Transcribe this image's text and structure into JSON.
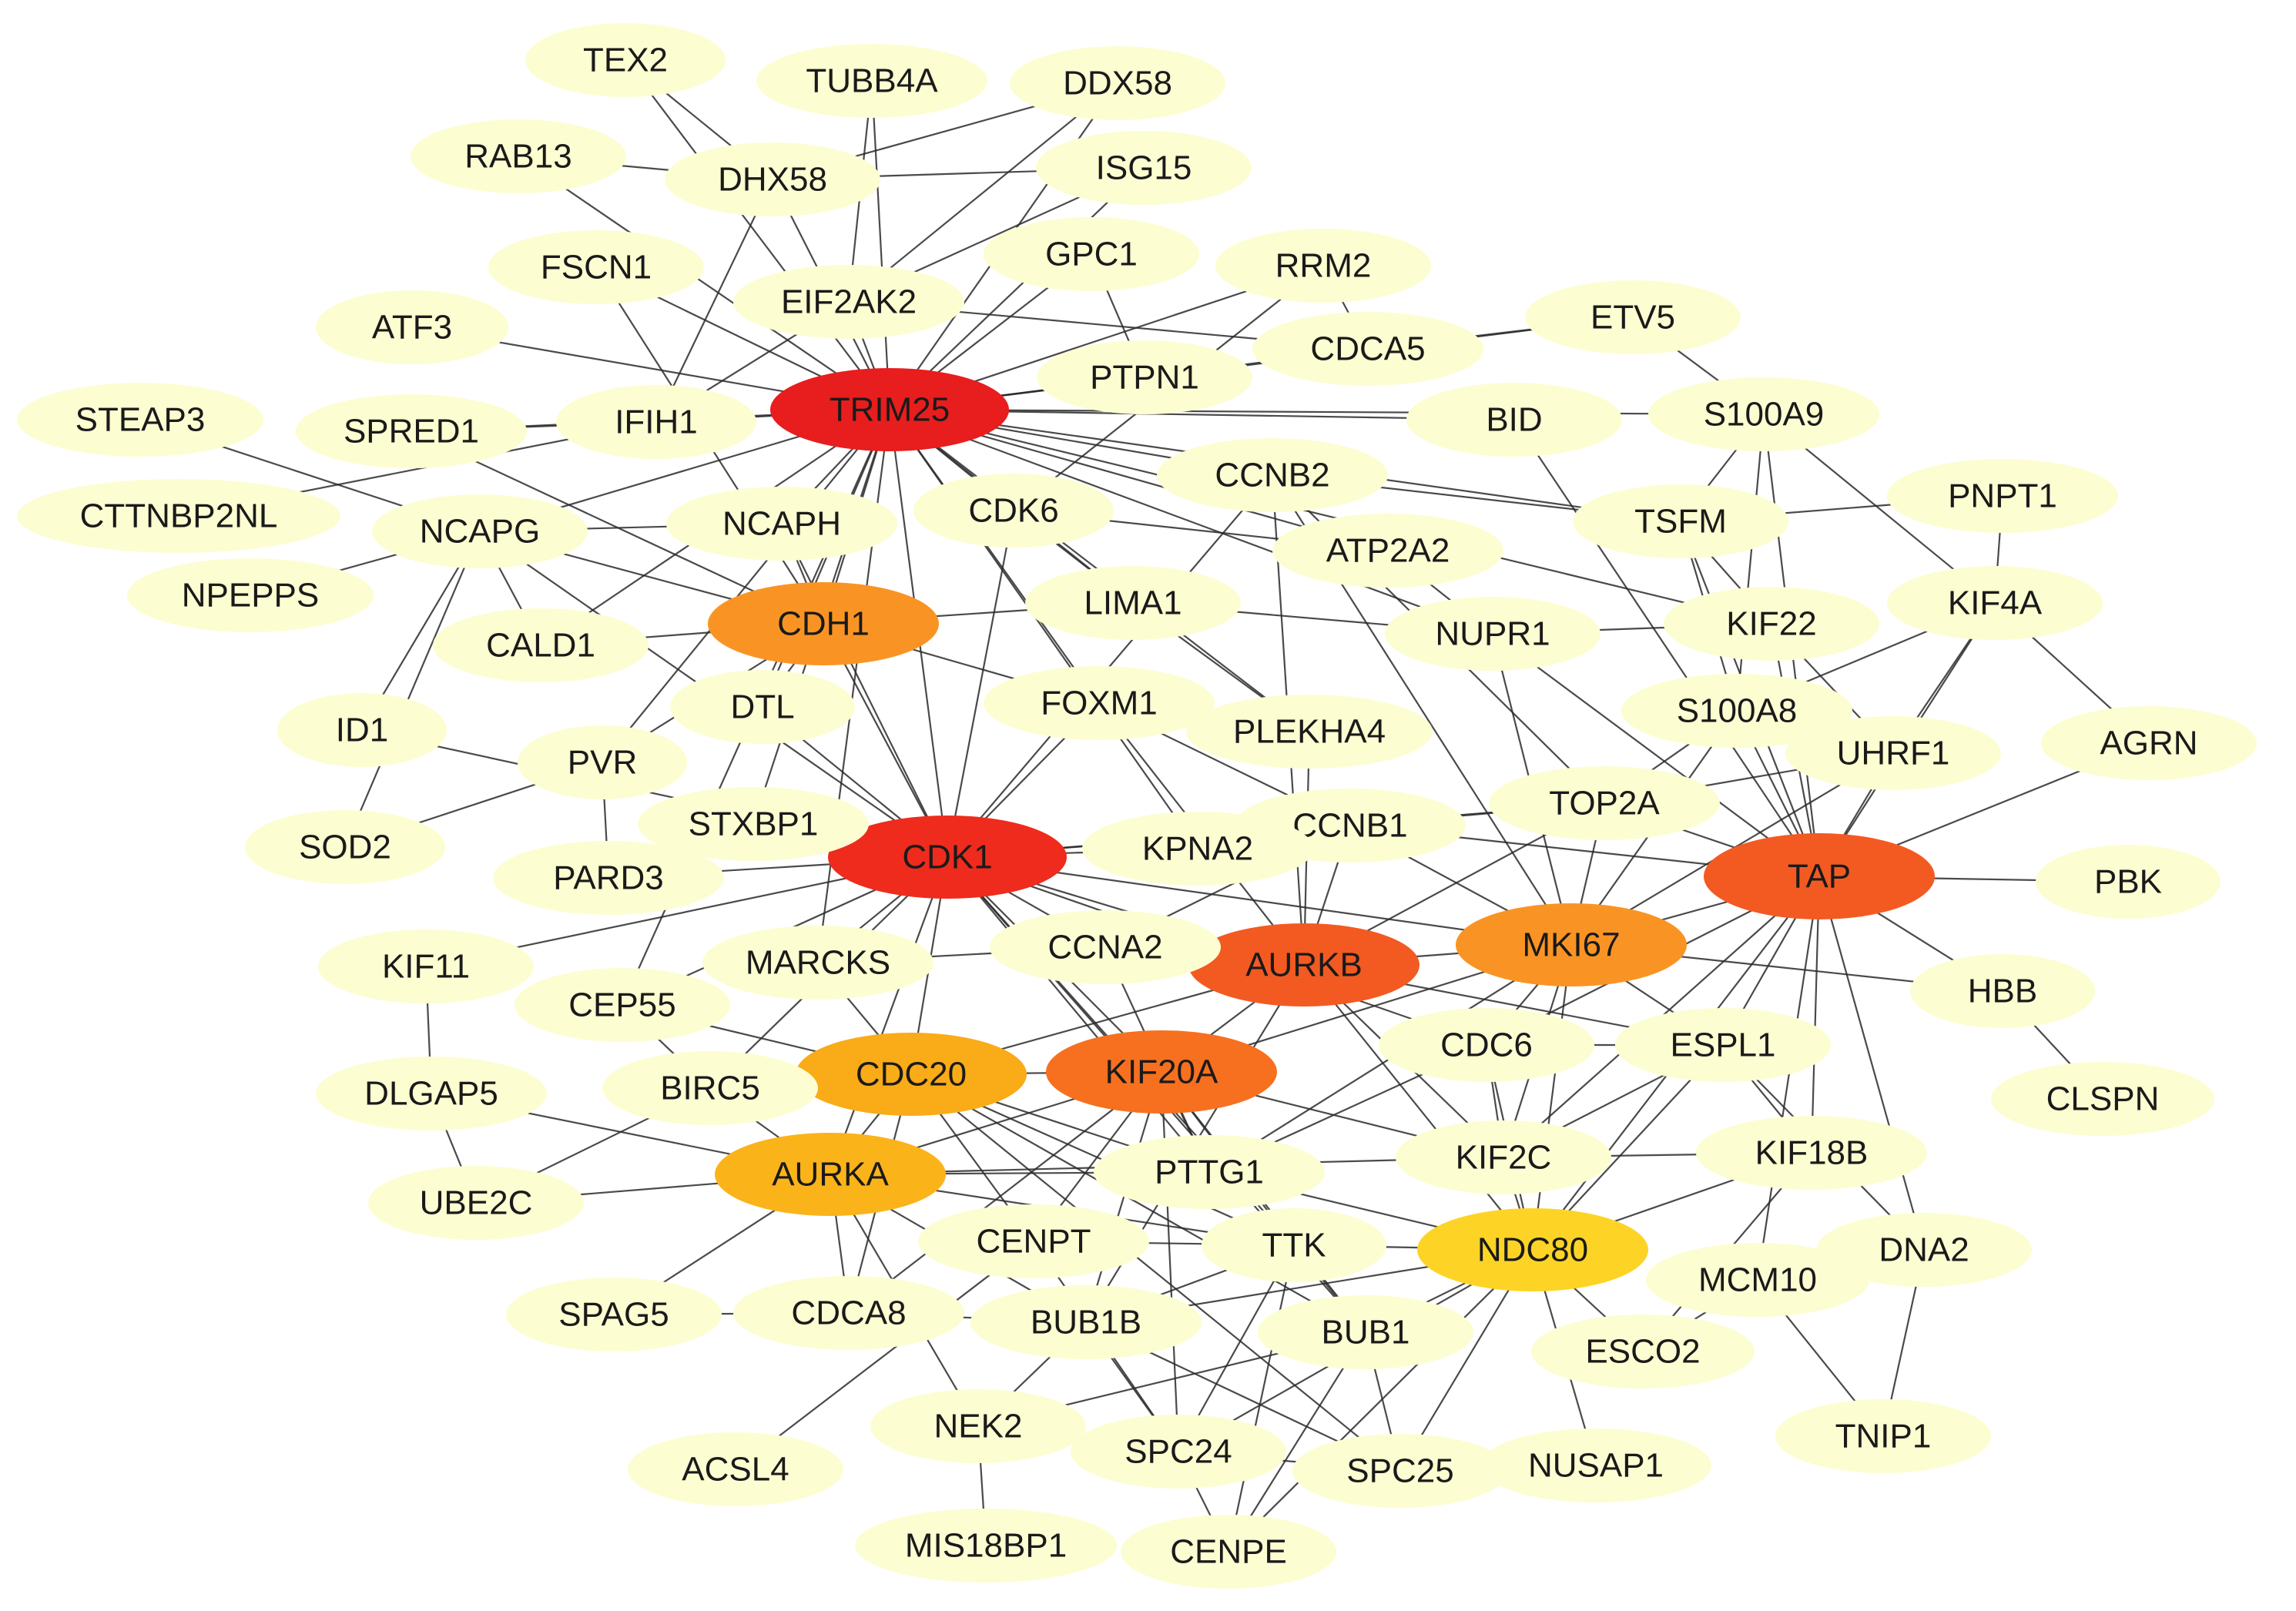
{
  "colors": {
    "background": "#ffffff",
    "default_node": "#fdfdd2",
    "edge": "#2b2b2b",
    "scale": [
      "#e81d1d",
      "#ee3d1f",
      "#f25a22",
      "#f77c1f",
      "#f99d1c",
      "#fbbc1a",
      "#fdd928"
    ]
  },
  "nodes": [
    {
      "id": "TRIM25",
      "label": "TRIM25",
      "color": "#e81d1d"
    },
    {
      "id": "CDK1",
      "label": "CDK1",
      "color": "#ee2b1d"
    },
    {
      "id": "TAP",
      "label": "TAP",
      "color": "#f35a22"
    },
    {
      "id": "AURKB",
      "label": "AURKB",
      "color": "#f25a22"
    },
    {
      "id": "KIF20A",
      "label": "KIF20A",
      "color": "#f6701f"
    },
    {
      "id": "MKI67",
      "label": "MKI67",
      "color": "#f99424"
    },
    {
      "id": "CDH1",
      "label": "CDH1",
      "color": "#f99424"
    },
    {
      "id": "CDC20",
      "label": "CDC20",
      "color": "#f9ab18"
    },
    {
      "id": "AURKA",
      "label": "AURKA",
      "color": "#fbb31a"
    },
    {
      "id": "NDC80",
      "label": "NDC80",
      "color": "#fdd426"
    },
    {
      "id": "TEX2",
      "label": "TEX2"
    },
    {
      "id": "TUBB4A",
      "label": "TUBB4A"
    },
    {
      "id": "DDX58",
      "label": "DDX58"
    },
    {
      "id": "RAB13",
      "label": "RAB13"
    },
    {
      "id": "DHX58",
      "label": "DHX58"
    },
    {
      "id": "ISG15",
      "label": "ISG15"
    },
    {
      "id": "FSCN1",
      "label": "FSCN1"
    },
    {
      "id": "GPC1",
      "label": "GPC1"
    },
    {
      "id": "RRM2",
      "label": "RRM2"
    },
    {
      "id": "EIF2AK2",
      "label": "EIF2AK2"
    },
    {
      "id": "ATF3",
      "label": "ATF3"
    },
    {
      "id": "ETV5",
      "label": "ETV5"
    },
    {
      "id": "CDCA5",
      "label": "CDCA5"
    },
    {
      "id": "PTPN1",
      "label": "PTPN1"
    },
    {
      "id": "STEAP3",
      "label": "STEAP3"
    },
    {
      "id": "SPRED1",
      "label": "SPRED1"
    },
    {
      "id": "IFIH1",
      "label": "IFIH1"
    },
    {
      "id": "BID",
      "label": "BID"
    },
    {
      "id": "S100A9",
      "label": "S100A9"
    },
    {
      "id": "CCNB2",
      "label": "CCNB2"
    },
    {
      "id": "PNPT1",
      "label": "PNPT1"
    },
    {
      "id": "CTTNBP2NL",
      "label": "CTTNBP2NL"
    },
    {
      "id": "NCAPG",
      "label": "NCAPG"
    },
    {
      "id": "NCAPH",
      "label": "NCAPH"
    },
    {
      "id": "CDK6",
      "label": "CDK6"
    },
    {
      "id": "TSFM",
      "label": "TSFM"
    },
    {
      "id": "ATP2A2",
      "label": "ATP2A2"
    },
    {
      "id": "NPEPPS",
      "label": "NPEPPS"
    },
    {
      "id": "LIMA1",
      "label": "LIMA1"
    },
    {
      "id": "KIF4A",
      "label": "KIF4A"
    },
    {
      "id": "CALD1",
      "label": "CALD1"
    },
    {
      "id": "NUPR1",
      "label": "NUPR1"
    },
    {
      "id": "KIF22",
      "label": "KIF22"
    },
    {
      "id": "ID1",
      "label": "ID1"
    },
    {
      "id": "DTL",
      "label": "DTL"
    },
    {
      "id": "FOXM1",
      "label": "FOXM1"
    },
    {
      "id": "S100A8",
      "label": "S100A8"
    },
    {
      "id": "AGRN",
      "label": "AGRN"
    },
    {
      "id": "PLEKHA4",
      "label": "PLEKHA4"
    },
    {
      "id": "PVR",
      "label": "PVR"
    },
    {
      "id": "UHRF1",
      "label": "UHRF1"
    },
    {
      "id": "STXBP1",
      "label": "STXBP1"
    },
    {
      "id": "SOD2",
      "label": "SOD2"
    },
    {
      "id": "TOP2A",
      "label": "TOP2A"
    },
    {
      "id": "CCNB1",
      "label": "CCNB1"
    },
    {
      "id": "KPNA2",
      "label": "KPNA2"
    },
    {
      "id": "PARD3",
      "label": "PARD3"
    },
    {
      "id": "PBK",
      "label": "PBK"
    },
    {
      "id": "KIF11",
      "label": "KIF11"
    },
    {
      "id": "MARCKS",
      "label": "MARCKS"
    },
    {
      "id": "CCNA2",
      "label": "CCNA2"
    },
    {
      "id": "HBB",
      "label": "HBB"
    },
    {
      "id": "CEP55",
      "label": "CEP55"
    },
    {
      "id": "CDC6",
      "label": "CDC6"
    },
    {
      "id": "ESPL1",
      "label": "ESPL1"
    },
    {
      "id": "CLSPN",
      "label": "CLSPN"
    },
    {
      "id": "DLGAP5",
      "label": "DLGAP5"
    },
    {
      "id": "BIRC5",
      "label": "BIRC5"
    },
    {
      "id": "KIF18B",
      "label": "KIF18B"
    },
    {
      "id": "UBE2C",
      "label": "UBE2C"
    },
    {
      "id": "PTTG1",
      "label": "PTTG1"
    },
    {
      "id": "KIF2C",
      "label": "KIF2C"
    },
    {
      "id": "CENPT",
      "label": "CENPT"
    },
    {
      "id": "TTK",
      "label": "TTK"
    },
    {
      "id": "DNA2",
      "label": "DNA2"
    },
    {
      "id": "MCM10",
      "label": "MCM10"
    },
    {
      "id": "SPAG5",
      "label": "SPAG5"
    },
    {
      "id": "CDCA8",
      "label": "CDCA8"
    },
    {
      "id": "BUB1B",
      "label": "BUB1B"
    },
    {
      "id": "BUB1",
      "label": "BUB1"
    },
    {
      "id": "ESCO2",
      "label": "ESCO2"
    },
    {
      "id": "NEK2",
      "label": "NEK2"
    },
    {
      "id": "TNIP1",
      "label": "TNIP1"
    },
    {
      "id": "ACSL4",
      "label": "ACSL4"
    },
    {
      "id": "SPC24",
      "label": "SPC24"
    },
    {
      "id": "SPC25",
      "label": "SPC25"
    },
    {
      "id": "NUSAP1",
      "label": "NUSAP1"
    },
    {
      "id": "MIS18BP1",
      "label": "MIS18BP1"
    },
    {
      "id": "CENPE",
      "label": "CENPE"
    }
  ],
  "edges": [
    [
      "TRIM25",
      "TEX2"
    ],
    [
      "TRIM25",
      "DHX58"
    ],
    [
      "TRIM25",
      "TUBB4A"
    ],
    [
      "TRIM25",
      "DDX58"
    ],
    [
      "TRIM25",
      "ISG15"
    ],
    [
      "TRIM25",
      "RAB13"
    ],
    [
      "TRIM25",
      "FSCN1"
    ],
    [
      "TRIM25",
      "EIF2AK2"
    ],
    [
      "TRIM25",
      "GPC1"
    ],
    [
      "TRIM25",
      "RRM2"
    ],
    [
      "TRIM25",
      "ATF3"
    ],
    [
      "TRIM25",
      "IFIH1"
    ],
    [
      "TRIM25",
      "PTPN1"
    ],
    [
      "TRIM25",
      "CDCA5"
    ],
    [
      "TRIM25",
      "BID"
    ],
    [
      "TRIM25",
      "S100A9"
    ],
    [
      "TRIM25",
      "CCNB2"
    ],
    [
      "TRIM25",
      "NCAPH"
    ],
    [
      "TRIM25",
      "CDK6"
    ],
    [
      "TRIM25",
      "NCAPG"
    ],
    [
      "TRIM25",
      "CDH1"
    ],
    [
      "TRIM25",
      "CDK1"
    ],
    [
      "TRIM25",
      "LIMA1"
    ],
    [
      "TRIM25",
      "DTL"
    ],
    [
      "TRIM25",
      "FOXM1"
    ],
    [
      "TRIM25",
      "CALD1"
    ],
    [
      "TRIM25",
      "ATP2A2"
    ],
    [
      "TRIM25",
      "NUPR1"
    ],
    [
      "TRIM25",
      "TSFM"
    ],
    [
      "TRIM25",
      "SPRED1"
    ],
    [
      "TRIM25",
      "KPNA2"
    ],
    [
      "TRIM25",
      "PLEKHA4"
    ],
    [
      "TRIM25",
      "STXBP1"
    ],
    [
      "TRIM25",
      "MARCKS"
    ],
    [
      "TRIM25",
      "PVR"
    ],
    [
      "TRIM25",
      "KIF22"
    ],
    [
      "TRIM25",
      "ETV5"
    ],
    [
      "TRIM25",
      "CEP55"
    ],
    [
      "DDX58",
      "DHX58"
    ],
    [
      "DDX58",
      "EIF2AK2"
    ],
    [
      "ISG15",
      "EIF2AK2"
    ],
    [
      "ISG15",
      "DHX58"
    ],
    [
      "TUBB4A",
      "EIF2AK2"
    ],
    [
      "TEX2",
      "DHX58"
    ],
    [
      "RAB13",
      "DHX58"
    ],
    [
      "FSCN1",
      "CDH1"
    ],
    [
      "GPC1",
      "PTPN1"
    ],
    [
      "RRM2",
      "CDCA5"
    ],
    [
      "RRM2",
      "CDK6"
    ],
    [
      "ETV5",
      "CDCA5"
    ],
    [
      "ETV5",
      "S100A9"
    ],
    [
      "EIF2AK2",
      "CDCA5"
    ],
    [
      "EIF2AK2",
      "IFIH1"
    ],
    [
      "DHX58",
      "IFIH1"
    ],
    [
      "STEAP3",
      "NCAPG"
    ],
    [
      "SPRED1",
      "CDH1"
    ],
    [
      "SPRED1",
      "IFIH1"
    ],
    [
      "CTTNBP2NL",
      "IFIH1"
    ],
    [
      "NPEPPS",
      "NCAPG"
    ],
    [
      "NCAPG",
      "CDK1"
    ],
    [
      "NCAPG",
      "NCAPH"
    ],
    [
      "NCAPG",
      "CALD1"
    ],
    [
      "NCAPG",
      "CDH1"
    ],
    [
      "NCAPG",
      "SOD2"
    ],
    [
      "NCAPH",
      "CDK1"
    ],
    [
      "NCAPH",
      "CDH1"
    ],
    [
      "CDK6",
      "CDK1"
    ],
    [
      "CDK6",
      "LIMA1"
    ],
    [
      "CDK6",
      "ATP2A2"
    ],
    [
      "CCNB2",
      "CDK1"
    ],
    [
      "CCNB2",
      "AURKB"
    ],
    [
      "CCNB2",
      "TSFM"
    ],
    [
      "CCNB2",
      "TOP2A"
    ],
    [
      "CCNB2",
      "MKI67"
    ],
    [
      "S100A9",
      "S100A8"
    ],
    [
      "S100A9",
      "TSFM"
    ],
    [
      "S100A9",
      "TAP"
    ],
    [
      "S100A9",
      "KIF4A"
    ],
    [
      "BID",
      "TAP"
    ],
    [
      "PNPT1",
      "TSFM"
    ],
    [
      "PNPT1",
      "KIF4A"
    ],
    [
      "TSFM",
      "S100A8"
    ],
    [
      "TSFM",
      "KIF22"
    ],
    [
      "TSFM",
      "TAP"
    ],
    [
      "KIF4A",
      "TAP"
    ],
    [
      "KIF4A",
      "UHRF1"
    ],
    [
      "KIF4A",
      "AGRN"
    ],
    [
      "KIF4A",
      "S100A8"
    ],
    [
      "KIF22",
      "TAP"
    ],
    [
      "KIF22",
      "UHRF1"
    ],
    [
      "NUPR1",
      "TAP"
    ],
    [
      "NUPR1",
      "MKI67"
    ],
    [
      "NUPR1",
      "KIF22"
    ],
    [
      "S100A8",
      "TAP"
    ],
    [
      "S100A8",
      "MKI67"
    ],
    [
      "S100A8",
      "TOP2A"
    ],
    [
      "UHRF1",
      "TAP"
    ],
    [
      "AGRN",
      "TAP"
    ],
    [
      "TAP",
      "PBK"
    ],
    [
      "TAP",
      "HBB"
    ],
    [
      "TAP",
      "MKI67"
    ],
    [
      "TAP",
      "TOP2A"
    ],
    [
      "TAP",
      "ESPL1"
    ],
    [
      "TAP",
      "KIF18B"
    ],
    [
      "TAP",
      "DNA2"
    ],
    [
      "TAP",
      "MCM10"
    ],
    [
      "TAP",
      "CDC6"
    ],
    [
      "TAP",
      "CCNB1"
    ],
    [
      "TAP",
      "KIF2C"
    ],
    [
      "TAP",
      "NDC80"
    ],
    [
      "HBB",
      "CLSPN"
    ],
    [
      "DNA2",
      "TNIP1"
    ],
    [
      "MCM10",
      "TNIP1"
    ],
    [
      "MCM10",
      "ESCO2"
    ],
    [
      "CDH1",
      "CDK1"
    ],
    [
      "CDH1",
      "CALD1"
    ],
    [
      "CDH1",
      "DTL"
    ],
    [
      "CDH1",
      "FOXM1"
    ],
    [
      "CDH1",
      "LIMA1"
    ],
    [
      "CDH1",
      "PVR"
    ],
    [
      "CDK1",
      "AURKB"
    ],
    [
      "CDK1",
      "CCNB1"
    ],
    [
      "CDK1",
      "KPNA2"
    ],
    [
      "CDK1",
      "CCNA2"
    ],
    [
      "CDK1",
      "MARCKS"
    ],
    [
      "CDK1",
      "CDC20"
    ],
    [
      "CDK1",
      "KIF20A"
    ],
    [
      "CDK1",
      "AURKA"
    ],
    [
      "CDK1",
      "PARD3"
    ],
    [
      "CDK1",
      "STXBP1"
    ],
    [
      "CDK1",
      "DTL"
    ],
    [
      "CDK1",
      "FOXM1"
    ],
    [
      "CDK1",
      "TOP2A"
    ],
    [
      "CDK1",
      "MKI67"
    ],
    [
      "CDK1",
      "CEP55"
    ],
    [
      "CDK1",
      "KIF11"
    ],
    [
      "CDK1",
      "BIRC5"
    ],
    [
      "CDK1",
      "PTTG1"
    ],
    [
      "CDK1",
      "CDC6"
    ],
    [
      "CDK1",
      "TTK"
    ],
    [
      "CDK1",
      "BUB1"
    ],
    [
      "CDK1",
      "ID1"
    ],
    [
      "AURKB",
      "KIF20A"
    ],
    [
      "AURKB",
      "MKI67"
    ],
    [
      "AURKB",
      "CCNA2"
    ],
    [
      "AURKB",
      "CDC20"
    ],
    [
      "AURKB",
      "TOP2A"
    ],
    [
      "AURKB",
      "CCNB1"
    ],
    [
      "AURKB",
      "ESPL1"
    ],
    [
      "AURKB",
      "KIF2C"
    ],
    [
      "AURKB",
      "NDC80"
    ],
    [
      "AURKB",
      "BUB1B"
    ],
    [
      "AURKB",
      "PLEKHA4"
    ],
    [
      "AURKB",
      "FOXM1"
    ],
    [
      "KIF20A",
      "CDC20"
    ],
    [
      "KIF20A",
      "AURKA"
    ],
    [
      "KIF20A",
      "MKI67"
    ],
    [
      "KIF20A",
      "PTTG1"
    ],
    [
      "KIF20A",
      "TTK"
    ],
    [
      "KIF20A",
      "BUB1"
    ],
    [
      "KIF20A",
      "CENPT"
    ],
    [
      "KIF20A",
      "BUB1B"
    ],
    [
      "KIF20A",
      "SPC24"
    ],
    [
      "KIF20A",
      "KIF2C"
    ],
    [
      "KIF20A",
      "CDCA8"
    ],
    [
      "MKI67",
      "TOP2A"
    ],
    [
      "MKI67",
      "CCNB1"
    ],
    [
      "MKI67",
      "ESPL1"
    ],
    [
      "MKI67",
      "CDC6"
    ],
    [
      "MKI67",
      "KIF2C"
    ],
    [
      "MKI67",
      "NDC80"
    ],
    [
      "MKI67",
      "UHRF1"
    ],
    [
      "MKI67",
      "HBB"
    ],
    [
      "MKI67",
      "PTTG1"
    ],
    [
      "CDC20",
      "AURKA"
    ],
    [
      "CDC20",
      "BIRC5"
    ],
    [
      "CDC20",
      "CEP55"
    ],
    [
      "CDC20",
      "PTTG1"
    ],
    [
      "CDC20",
      "TTK"
    ],
    [
      "CDC20",
      "BUB1"
    ],
    [
      "CDC20",
      "CENPT"
    ],
    [
      "CDC20",
      "MARCKS"
    ],
    [
      "CDC20",
      "CDCA8"
    ],
    [
      "CDC20",
      "SPC25"
    ],
    [
      "AURKA",
      "UBE2C"
    ],
    [
      "AURKA",
      "DLGAP5"
    ],
    [
      "AURKA",
      "SPAG5"
    ],
    [
      "AURKA",
      "CDCA8"
    ],
    [
      "AURKA",
      "NEK2"
    ],
    [
      "AURKA",
      "TTK"
    ],
    [
      "AURKA",
      "BUB1B"
    ],
    [
      "AURKA",
      "KIF2C"
    ],
    [
      "AURKA",
      "PTTG1"
    ],
    [
      "AURKA",
      "BIRC5"
    ],
    [
      "NDC80",
      "TTK"
    ],
    [
      "NDC80",
      "BUB1"
    ],
    [
      "NDC80",
      "SPC24"
    ],
    [
      "NDC80",
      "SPC25"
    ],
    [
      "NDC80",
      "KIF2C"
    ],
    [
      "NDC80",
      "CENPE"
    ],
    [
      "NDC80",
      "NUSAP1"
    ],
    [
      "NDC80",
      "ESCO2"
    ],
    [
      "NDC80",
      "BUB1B"
    ],
    [
      "NDC80",
      "CDC6"
    ],
    [
      "NDC80",
      "PTTG1"
    ],
    [
      "NDC80",
      "ESPL1"
    ],
    [
      "NDC80",
      "KIF18B"
    ],
    [
      "TTK",
      "BUB1"
    ],
    [
      "TTK",
      "BUB1B"
    ],
    [
      "TTK",
      "SPC24"
    ],
    [
      "TTK",
      "CENPE"
    ],
    [
      "BUB1",
      "SPC25"
    ],
    [
      "BUB1",
      "CENPE"
    ],
    [
      "BUB1",
      "NEK2"
    ],
    [
      "BUB1B",
      "NEK2"
    ],
    [
      "BUB1B",
      "SPC24"
    ],
    [
      "BUB1B",
      "SPC25"
    ],
    [
      "SPC24",
      "SPC25"
    ],
    [
      "SPC24",
      "CENPE"
    ],
    [
      "NEK2",
      "MIS18BP1"
    ],
    [
      "ACSL4",
      "CENPT"
    ],
    [
      "CENPT",
      "SPC24"
    ],
    [
      "CENPT",
      "TTK"
    ],
    [
      "KIF2C",
      "KIF18B"
    ],
    [
      "KIF2C",
      "ESPL1"
    ],
    [
      "KIF2C",
      "CDC6"
    ],
    [
      "KIF18B",
      "ESPL1"
    ],
    [
      "ESPL1",
      "CDC6"
    ],
    [
      "CCNA2",
      "PTTG1"
    ],
    [
      "CCNA2",
      "CCNB1"
    ],
    [
      "KPNA2",
      "CCNB1"
    ],
    [
      "CCNB1",
      "TOP2A"
    ],
    [
      "TOP2A",
      "UHRF1"
    ],
    [
      "FOXM1",
      "PLEKHA4"
    ],
    [
      "FOXM1",
      "CCNB1"
    ],
    [
      "LIMA1",
      "PLEKHA4"
    ],
    [
      "LIMA1",
      "NUPR1"
    ],
    [
      "ATP2A2",
      "NUPR1"
    ],
    [
      "PVR",
      "PARD3"
    ],
    [
      "PVR",
      "SOD2"
    ],
    [
      "ID1",
      "NCAPG"
    ],
    [
      "KIF11",
      "DLGAP5"
    ],
    [
      "CEP55",
      "BIRC5"
    ],
    [
      "BIRC5",
      "UBE2C"
    ],
    [
      "DLGAP5",
      "UBE2C"
    ],
    [
      "SPAG5",
      "CDCA8"
    ],
    [
      "CDCA8",
      "BUB1B"
    ],
    [
      "MARCKS",
      "CCNA2"
    ],
    [
      "PARD3",
      "STXBP1"
    ],
    [
      "ESCO2",
      "KIF18B"
    ],
    [
      "NUSAP1",
      "SPC25"
    ],
    [
      "DNA2",
      "ESPL1"
    ],
    [
      "CDC6",
      "PTTG1"
    ]
  ]
}
